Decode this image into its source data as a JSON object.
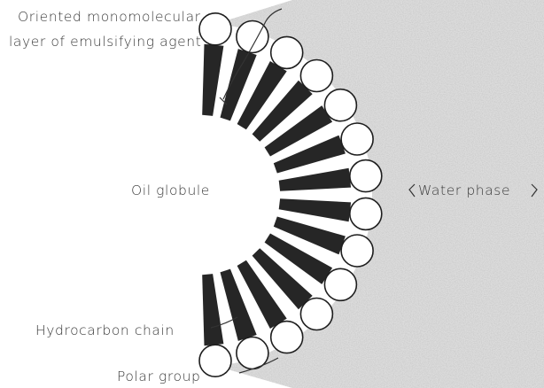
{
  "labels": {
    "monolayer_line1": "Oriented monomolecular",
    "monolayer_line2": "layer of emulsifying agent",
    "oil_globule": "Oil globule",
    "water_phase": "Water phase",
    "hydrocarbon_chain": "Hydrocarbon chain",
    "polar_group": "Polar group"
  },
  "colors": {
    "water_phase_fill": "#dcdcdc",
    "hydrocarbon_chain": "#262626",
    "polar_head_fill": "#ffffff",
    "polar_head_stroke": "#1e1e1e",
    "label_text": "#3a3a3a"
  },
  "emulsifier_molecule_count": 14
}
